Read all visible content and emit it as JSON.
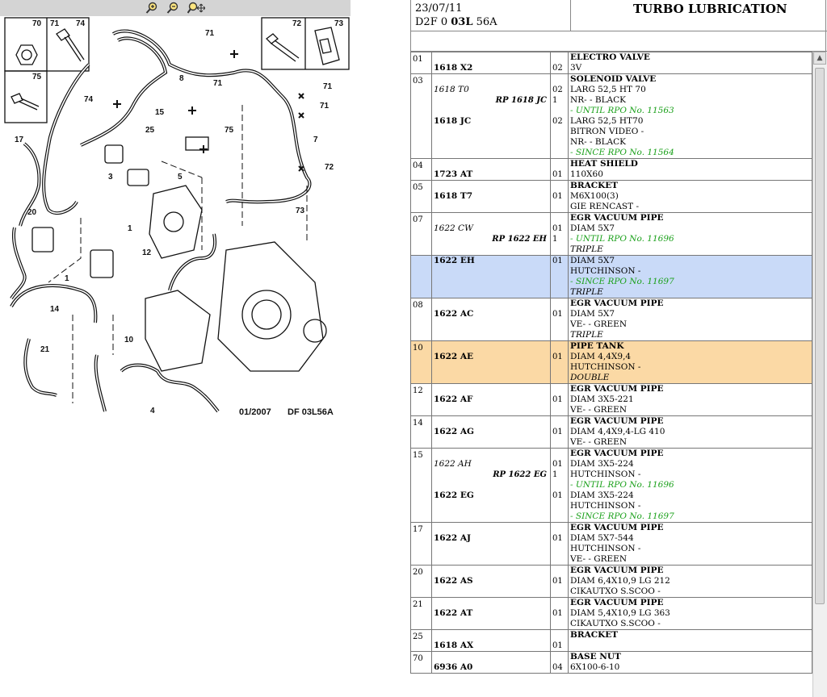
{
  "toolbar": {
    "zoom_in": "zoom-in-icon",
    "zoom_out": "zoom-out-icon",
    "pan": "pan-icon"
  },
  "diagram": {
    "footer_date": "01/2007",
    "footer_ref": "DF 03L56A",
    "callouts": [
      "70",
      "71",
      "74",
      "75",
      "72",
      "73",
      "71",
      "8",
      "71",
      "74",
      "15",
      "25",
      "75",
      "7",
      "71",
      "72",
      "17",
      "3",
      "5",
      "20",
      "73",
      "1",
      "12",
      "1",
      "14",
      "10",
      "21",
      "4",
      "71"
    ]
  },
  "header": {
    "date": "23/07/11",
    "ref_prefix": "D2F 0 ",
    "ref_bold": "03L",
    "ref_suffix": " 56A",
    "title": "TURBO LUBRICATION"
  },
  "rows": [
    {
      "num": "01",
      "parts": [
        {
          "pn": "1618 X2",
          "qty": "02",
          "desc": [
            {
              "t": "ELECTRO VALVE",
              "s": "b"
            },
            {
              "t": "3V"
            }
          ]
        }
      ]
    },
    {
      "num": "03",
      "parts": [
        {
          "pn": "1618 T0",
          "pnItalic": true,
          "rp": "RP 1618 JC",
          "qty": "02",
          "qty2": "1",
          "desc": [
            {
              "t": "SOLENOID VALVE",
              "s": "b"
            },
            {
              "t": "LARG 52,5 HT 70"
            },
            {
              "t": "NR- - BLACK"
            },
            {
              "t": "- UNTIL RPO No. 11563",
              "s": "g"
            }
          ]
        },
        {
          "pn": "1618 JC",
          "qty": "02",
          "desc": [
            {
              "t": "LARG 52,5 HT70"
            },
            {
              "t": "BITRON VIDEO -"
            },
            {
              "t": "NR- - BLACK"
            },
            {
              "t": "- SINCE RPO No. 11564",
              "s": "g"
            }
          ]
        }
      ]
    },
    {
      "num": "04",
      "parts": [
        {
          "pn": "1723 AT",
          "qty": "01",
          "desc": [
            {
              "t": "HEAT SHIELD",
              "s": "b"
            },
            {
              "t": "110X60"
            }
          ]
        }
      ]
    },
    {
      "num": "05",
      "parts": [
        {
          "pn": "1618 T7",
          "qty": "01",
          "desc": [
            {
              "t": "BRACKET",
              "s": "b"
            },
            {
              "t": "M6X100(3)"
            },
            {
              "t": "GIE RENCAST -"
            }
          ]
        }
      ]
    },
    {
      "num": "07",
      "parts": [
        {
          "pn": "1622 CW",
          "pnItalic": true,
          "rp": "RP 1622 EH",
          "qty": "01",
          "qty2": "1",
          "desc": [
            {
              "t": "EGR VACUUM PIPE",
              "s": "b"
            },
            {
              "t": "DIAM 5X7"
            },
            {
              "t": "- UNTIL RPO No. 11696",
              "s": "g"
            },
            {
              "t": "TRIPLE",
              "s": "i"
            }
          ]
        }
      ]
    },
    {
      "num": "",
      "hl": "blue",
      "parts": [
        {
          "pn": "1622 EH",
          "qty": "01",
          "desc": [
            {
              "t": "DIAM 5X7"
            },
            {
              "t": "HUTCHINSON -"
            },
            {
              "t": "- SINCE RPO No. 11697",
              "s": "g"
            },
            {
              "t": "TRIPLE",
              "s": "i"
            }
          ]
        }
      ]
    },
    {
      "num": "08",
      "parts": [
        {
          "pn": "1622 AC",
          "qty": "01",
          "desc": [
            {
              "t": "EGR VACUUM PIPE",
              "s": "b"
            },
            {
              "t": "DIAM 5X7"
            },
            {
              "t": "VE- - GREEN"
            },
            {
              "t": "TRIPLE",
              "s": "i"
            }
          ]
        }
      ]
    },
    {
      "num": "10",
      "hl": "orange",
      "parts": [
        {
          "pn": "1622 AE",
          "qty": "01",
          "desc": [
            {
              "t": "PIPE TANK",
              "s": "b"
            },
            {
              "t": "DIAM 4,4X9,4"
            },
            {
              "t": "HUTCHINSON -"
            },
            {
              "t": "DOUBLE",
              "s": "i"
            }
          ]
        }
      ]
    },
    {
      "num": "12",
      "parts": [
        {
          "pn": "1622 AF",
          "qty": "01",
          "desc": [
            {
              "t": "EGR VACUUM PIPE",
              "s": "b"
            },
            {
              "t": "DIAM 3X5-221"
            },
            {
              "t": "VE- - GREEN"
            }
          ]
        }
      ]
    },
    {
      "num": "14",
      "parts": [
        {
          "pn": "1622 AG",
          "qty": "01",
          "desc": [
            {
              "t": "EGR VACUUM PIPE",
              "s": "b"
            },
            {
              "t": "DIAM 4,4X9,4-LG 410"
            },
            {
              "t": "VE- - GREEN"
            }
          ]
        }
      ]
    },
    {
      "num": "15",
      "parts": [
        {
          "pn": "1622 AH",
          "pnItalic": true,
          "rp": "RP 1622 EG",
          "qty": "01",
          "qty2": "1",
          "desc": [
            {
              "t": "EGR VACUUM PIPE",
              "s": "b"
            },
            {
              "t": "DIAM 3X5-224"
            },
            {
              "t": "HUTCHINSON -"
            },
            {
              "t": "- UNTIL RPO No. 11696",
              "s": "g"
            }
          ]
        },
        {
          "pn": "1622 EG",
          "qty": "01",
          "desc": [
            {
              "t": "DIAM 3X5-224"
            },
            {
              "t": "HUTCHINSON -"
            },
            {
              "t": "- SINCE RPO No. 11697",
              "s": "g"
            }
          ]
        }
      ]
    },
    {
      "num": "17",
      "parts": [
        {
          "pn": "1622 AJ",
          "qty": "01",
          "desc": [
            {
              "t": "EGR VACUUM PIPE",
              "s": "b"
            },
            {
              "t": "DIAM 5X7-544"
            },
            {
              "t": "HUTCHINSON -"
            },
            {
              "t": "VE- - GREEN"
            }
          ]
        }
      ]
    },
    {
      "num": "20",
      "parts": [
        {
          "pn": "1622 AS",
          "qty": "01",
          "desc": [
            {
              "t": "EGR VACUUM PIPE",
              "s": "b"
            },
            {
              "t": "DIAM 6,4X10,9 LG 212"
            },
            {
              "t": "CIKAUTXO S.SCOO -"
            }
          ]
        }
      ]
    },
    {
      "num": "21",
      "parts": [
        {
          "pn": "1622 AT",
          "qty": "01",
          "desc": [
            {
              "t": "EGR VACUUM PIPE",
              "s": "b"
            },
            {
              "t": "DIAM 5,4X10,9 LG 363"
            },
            {
              "t": "CIKAUTXO S.SCOO -"
            }
          ]
        }
      ]
    },
    {
      "num": "25",
      "parts": [
        {
          "pn": "1618 AX",
          "qty": "01",
          "desc": [
            {
              "t": "BRACKET",
              "s": "b"
            },
            {
              "t": ""
            }
          ]
        }
      ]
    },
    {
      "num": "70",
      "parts": [
        {
          "pn": "6936 A0",
          "qty": "04",
          "desc": [
            {
              "t": "BASE NUT",
              "s": "b"
            },
            {
              "t": "6X100-6-10"
            }
          ]
        }
      ]
    }
  ]
}
